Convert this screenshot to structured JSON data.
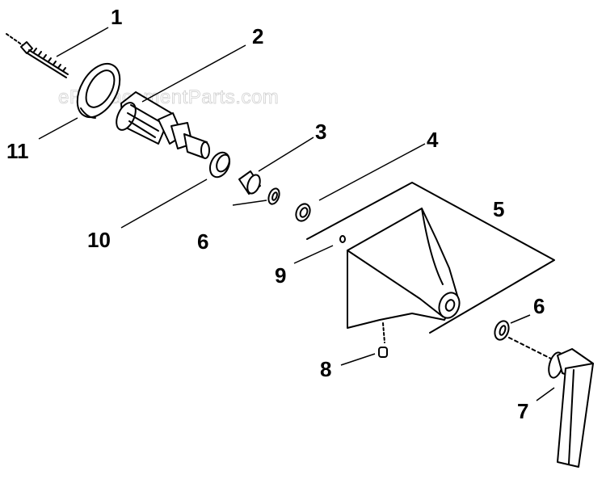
{
  "watermark": "eReplacementParts.com",
  "callouts": [
    {
      "id": "1",
      "label": "1",
      "part": "screw"
    },
    {
      "id": "2",
      "label": "2",
      "part": "cartridge"
    },
    {
      "id": "3",
      "label": "3",
      "part": "bushing"
    },
    {
      "id": "4",
      "label": "4",
      "part": "o-ring"
    },
    {
      "id": "5",
      "label": "5",
      "part": "escutcheon-plate"
    },
    {
      "id": "6a",
      "label": "6",
      "part": "washer-upper"
    },
    {
      "id": "6b",
      "label": "6",
      "part": "washer-lower"
    },
    {
      "id": "7",
      "label": "7",
      "part": "handle"
    },
    {
      "id": "8",
      "label": "8",
      "part": "set-screw"
    },
    {
      "id": "9",
      "label": "9",
      "part": "plug-button"
    },
    {
      "id": "10",
      "label": "10",
      "part": "adapter-ring"
    },
    {
      "id": "11",
      "label": "11",
      "part": "flange"
    }
  ]
}
